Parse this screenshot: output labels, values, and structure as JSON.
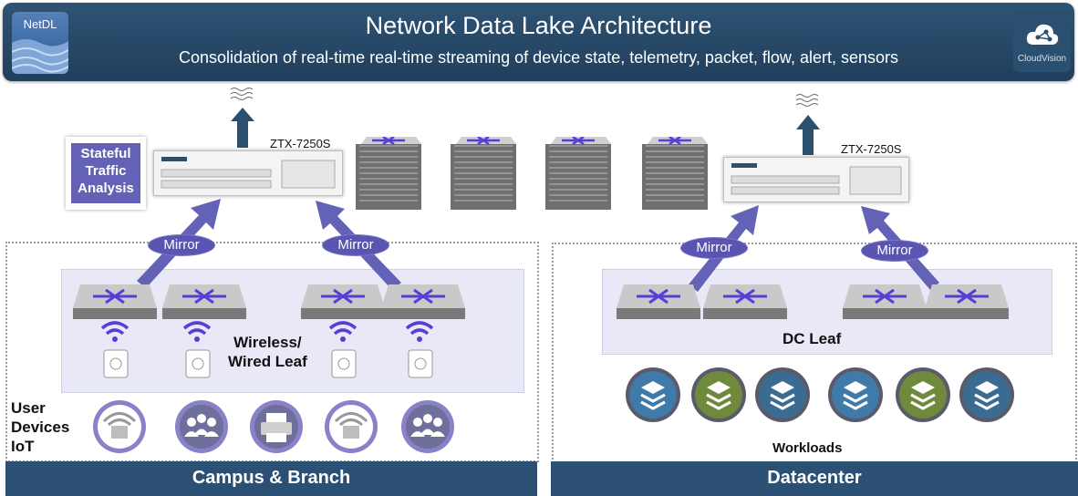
{
  "header": {
    "logo_label": "NetDL",
    "title": "Network Data Lake Architecture",
    "subtitle": "Consolidation of real-time real-time streaming of device state, telemetry, packet, flow, alert, sensors",
    "cloud_label": "CloudVision"
  },
  "stateful_traffic_analysis": "Stateful\nTraffic\nAnalysis",
  "routers": [
    {
      "label": "ZTX-7250S"
    },
    {
      "label": "ZTX-7250S"
    }
  ],
  "mirror_labels": [
    "Mirror",
    "Mirror",
    "Mirror",
    "Mirror"
  ],
  "campus": {
    "lane_label": "Wireless/\nWired Leaf",
    "user_label": "User\nDevices\nIoT",
    "footer": "Campus & Branch",
    "device_icons": [
      "iot-icon",
      "people-icon",
      "printer-icon",
      "iot-icon",
      "people-icon"
    ]
  },
  "datacenter": {
    "lane_label": "DC Leaf",
    "workloads_label": "Workloads",
    "footer": "Datacenter",
    "workload_colors": [
      "#3f7aa8",
      "#6f8a3c",
      "#3a6c92",
      "#3f7aa8",
      "#6f8a3c",
      "#3a6c92"
    ]
  },
  "colors": {
    "banner": "#2c5074",
    "accent_purple": "#6462b6",
    "arrow_navy": "#2c4f6e",
    "footer": "#2c5074"
  }
}
